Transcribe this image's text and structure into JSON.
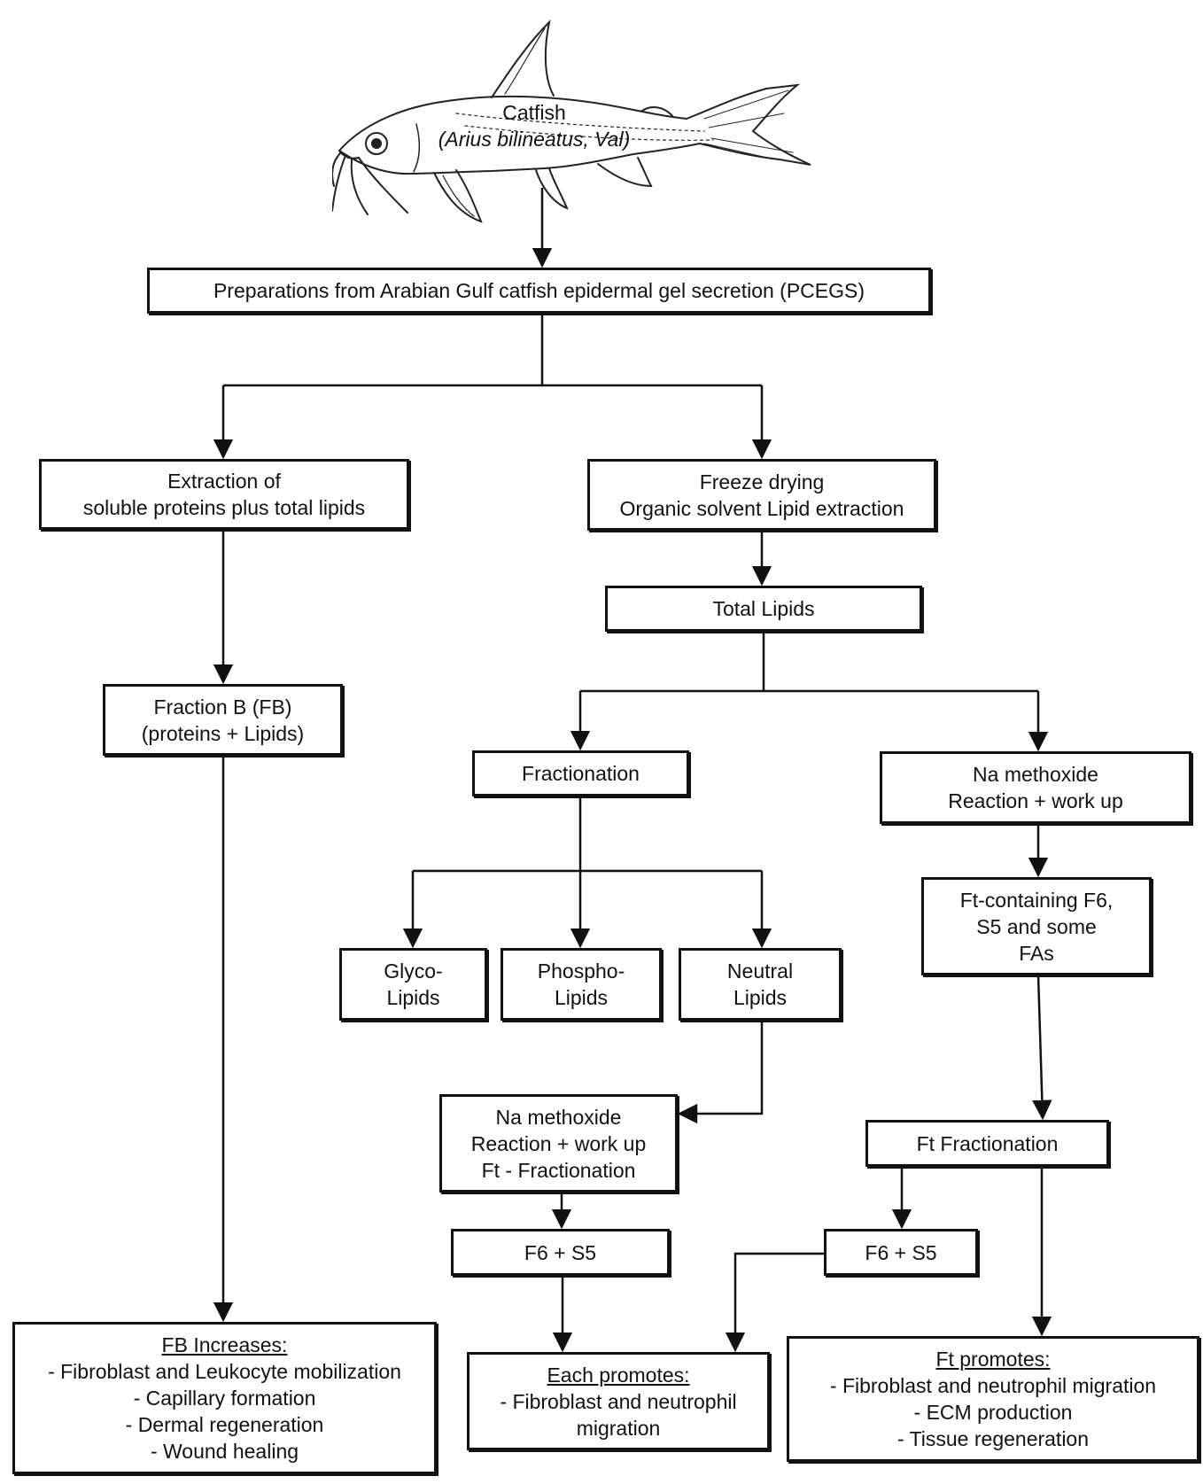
{
  "fish": {
    "name": "Catfish",
    "species": "(Arius bilineatus, Val)"
  },
  "pcegs": "Preparations from Arabian Gulf catfish epidermal gel secretion (PCEGS)",
  "extraction": {
    "line1": "Extraction of",
    "line2": "soluble proteins plus total lipids"
  },
  "freeze": {
    "line1": "Freeze drying",
    "line2": "Organic solvent Lipid extraction"
  },
  "total_lipids": "Total Lipids",
  "fraction_b": {
    "line1": "Fraction B (FB)",
    "line2": "(proteins + Lipids)"
  },
  "fractionation": "Fractionation",
  "na_methoxide_right": {
    "line1": "Na methoxide",
    "line2": "Reaction + work up"
  },
  "ft_containing": {
    "line1": "Ft-containing F6,",
    "line2": "S5 and some",
    "line3": "FAs"
  },
  "glyco": {
    "line1": "Glyco-",
    "line2": "Lipids"
  },
  "phospho": {
    "line1": "Phospho-",
    "line2": "Lipids"
  },
  "neutral": {
    "line1": "Neutral",
    "line2": "Lipids"
  },
  "na_methoxide_mid": {
    "line1": "Na methoxide",
    "line2": "Reaction + work up",
    "line3": "Ft - Fractionation"
  },
  "ft_fractionation": "Ft Fractionation",
  "f6s5_mid": "F6 + S5",
  "f6s5_right": "F6 + S5",
  "fb_result": {
    "header": "FB Increases:",
    "items": [
      "- Fibroblast and Leukocyte mobilization",
      "- Capillary formation",
      "- Dermal regeneration",
      "- Wound healing"
    ]
  },
  "each_result": {
    "header": "Each promotes:",
    "items": [
      "- Fibroblast and neutrophil",
      "migration"
    ]
  },
  "ft_result": {
    "header": "Ft promotes:",
    "items": [
      "- Fibroblast and neutrophil migration",
      "- ECM production",
      "- Tissue regeneration"
    ]
  }
}
